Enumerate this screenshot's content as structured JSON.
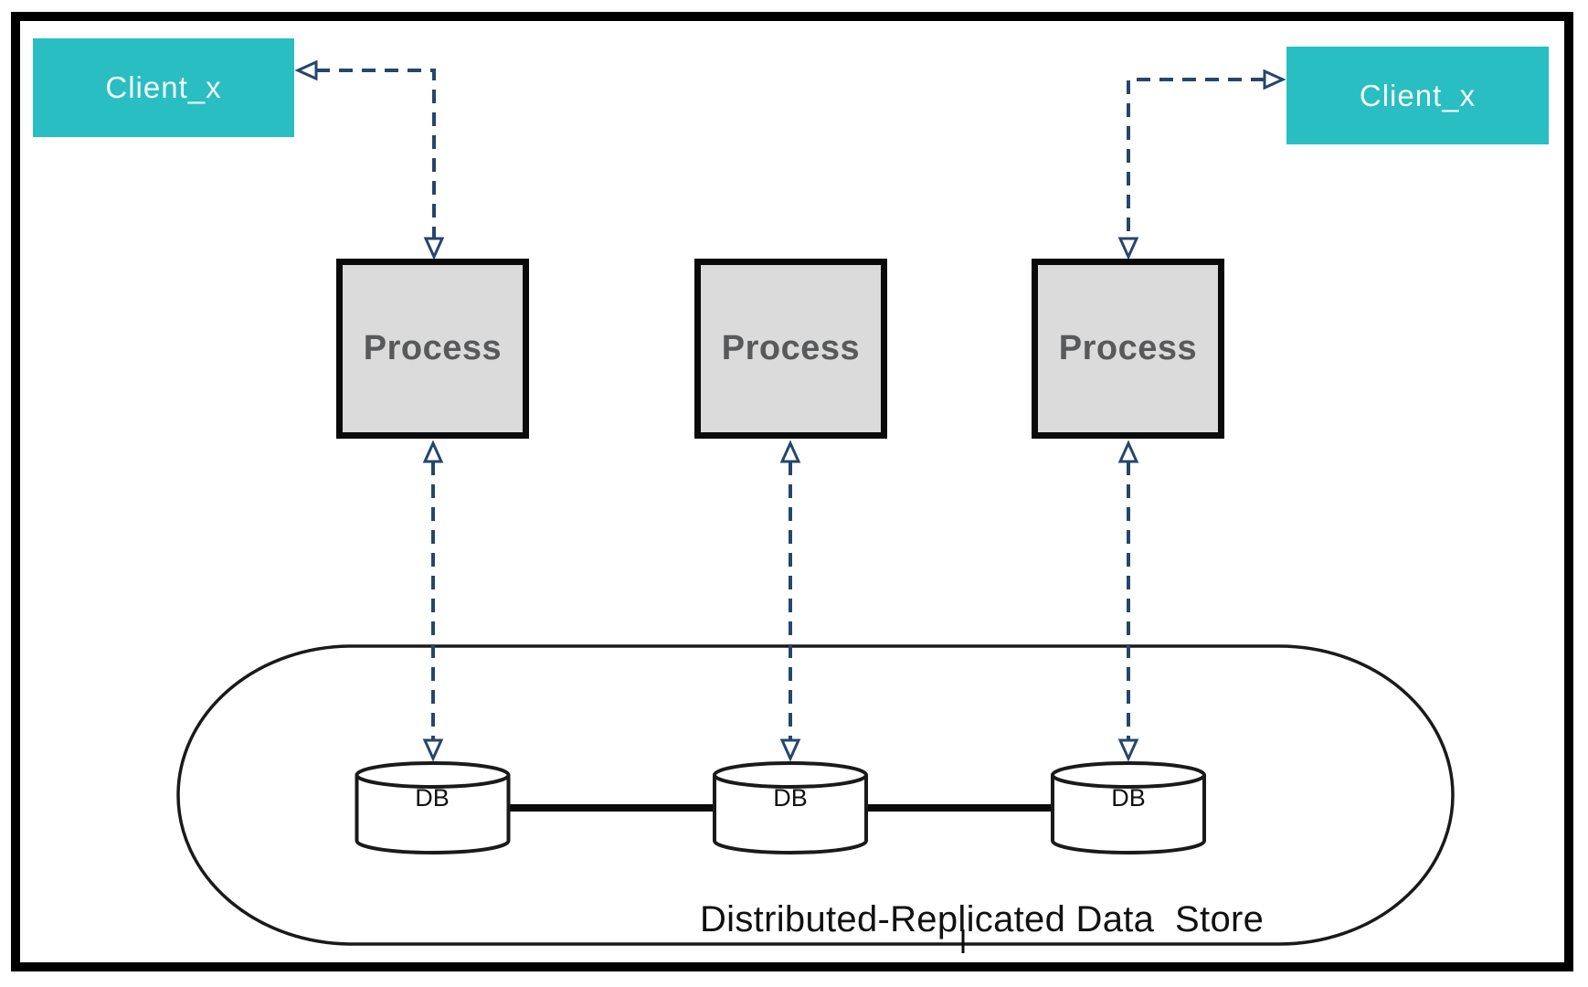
{
  "clients": [
    {
      "label": "Client_x"
    },
    {
      "label": "Client_x"
    }
  ],
  "processes": [
    {
      "label": "Process"
    },
    {
      "label": "Process"
    },
    {
      "label": "Process"
    }
  ],
  "databases": [
    {
      "label": "DB"
    },
    {
      "label": "DB"
    },
    {
      "label": "DB"
    }
  ],
  "datastore": {
    "label": "Distributed-Replicated Data  Store"
  },
  "colors": {
    "client_fill": "#29BEC1",
    "client_text": "#F4FBFB",
    "process_fill": "#DBDBDB",
    "process_border": "#0A0A0A",
    "process_text": "#58595B",
    "arrow": "#26466B",
    "shape_stroke": "#1A1A1A",
    "frame": "#000000",
    "background": "#FFFFFF"
  }
}
